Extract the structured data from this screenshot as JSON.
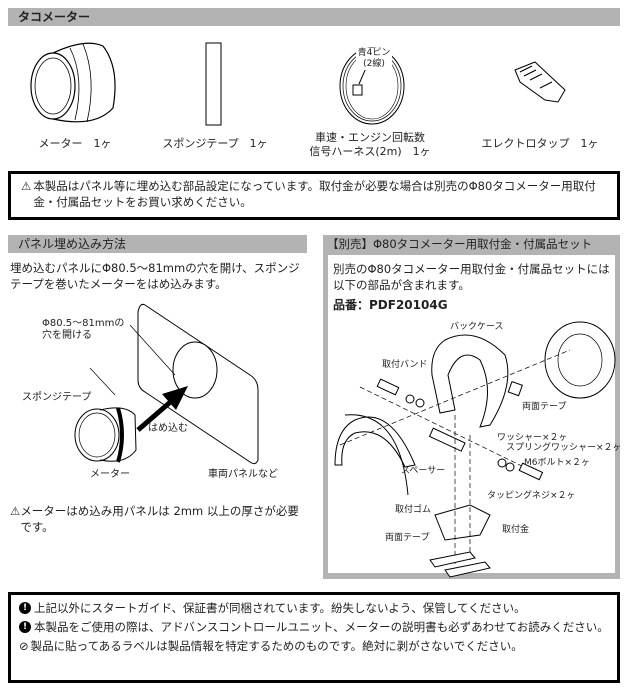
{
  "section_tacho": {
    "title": "タコメーター",
    "items": [
      {
        "label": "メーター　1ヶ"
      },
      {
        "label": "スポンジテープ　1ヶ"
      },
      {
        "label_line1": "車速・エンジン回転数",
        "label_line2": "信号ハーネス(2m)　1ヶ",
        "callout_line1": "青4ピン",
        "callout_line2": "(2線)"
      },
      {
        "label": "エレクトロタップ　1ヶ"
      }
    ],
    "notice": "本製品はパネル等に埋め込む部品設定になっています。取付金が必要な場合は別売のΦ80タコメーター用取付金・付属品セットをお買い求めください。",
    "notice_icon": "warning-triangle-icon"
  },
  "section_panel": {
    "title": "パネル埋め込み方法",
    "description": "埋め込むパネルにΦ80.5～81mmの穴を開け、スポンジテープを巻いたメーターをはめ込みます。",
    "diagram": {
      "hole_line1": "Φ80.5～81mmの",
      "hole_line2": "穴を開ける",
      "sponge": "スポンジテープ",
      "insert": "はめ込む",
      "meter": "メーター",
      "panel": "車両パネルなど"
    },
    "warning": "メーターはめ込み用パネルは 2mm 以上の厚さが必要です。",
    "warning_icon": "warning-triangle-icon"
  },
  "section_option": {
    "title": "【別売】Φ80タコメーター用取付金・付属品セット",
    "description": "別売のΦ80タコメーター用取付金・付属品セットには以下の部品が含まれます。",
    "part_number": "品番：PDF20104G",
    "diagram": {
      "back_case": "バックケース",
      "band": "取付バンド",
      "tape_top": "両面テープ",
      "washer": "ワッシャー×２ヶ",
      "spring_washer": "スプリングワッシャー×２ヶ",
      "bolt": "M6ボルト×２ヶ",
      "spacer": "スペーサー",
      "screw": "タッピングネジ×２ヶ",
      "rubber": "取付ゴム",
      "bracket": "取付金",
      "tape_bottom": "両面テープ"
    }
  },
  "notes": [
    {
      "icon": "exclamation-circle-icon",
      "text": "上記以外にスタートガイド、保証書が同梱されています。紛失しないよう、保管してください。"
    },
    {
      "icon": "exclamation-circle-icon",
      "text": "本製品をご使用の際は、アドバンスコントロールユニット、メーターの説明書も必ずあわせてお読みください。"
    },
    {
      "icon": "prohibited-icon",
      "text": "製品に貼ってあるラベルは製品情報を特定するためのものです。絶対に剥がさないでください。"
    }
  ]
}
